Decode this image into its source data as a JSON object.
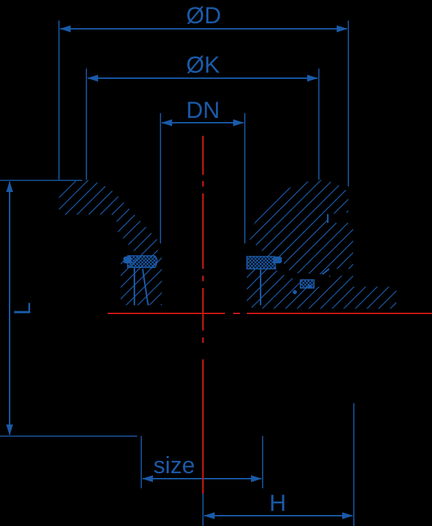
{
  "colors": {
    "background": "#000000",
    "dimension": "#1a5aa8",
    "centerline": "#d01818"
  },
  "labels": {
    "outer_diameter": "ØD",
    "bolt_circle": "ØK",
    "nominal_diameter": "DN",
    "length": "L",
    "size": "size",
    "height": "H"
  }
}
